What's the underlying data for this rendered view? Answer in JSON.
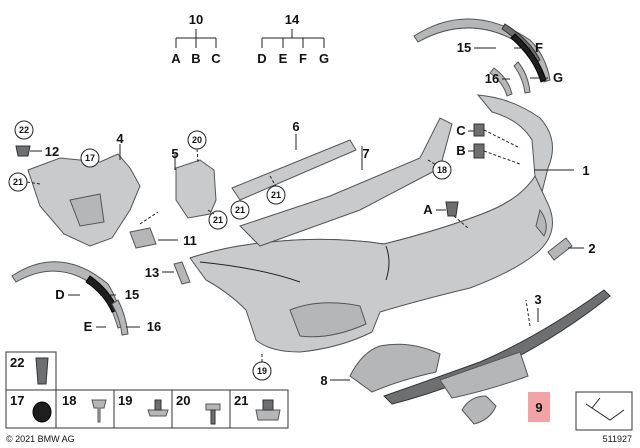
{
  "diagram": {
    "callouts": {
      "c1": "1",
      "c2": "2",
      "c3": "3",
      "c4": "4",
      "c5": "5",
      "c6": "6",
      "c7": "7",
      "c8": "8",
      "c9": "9",
      "c10": "10",
      "c11": "11",
      "c12": "12",
      "c13": "13",
      "c14": "14",
      "c15a": "15",
      "c15b": "15",
      "c16a": "16",
      "c16b": "16",
      "c17": "17",
      "c18": "18",
      "c19": "19",
      "c20": "20",
      "c21a": "21",
      "c21b": "21",
      "c21c": "21",
      "c21d": "21",
      "c22": "22"
    },
    "variant_letters": {
      "g10": [
        "A",
        "B",
        "C"
      ],
      "g14": [
        "D",
        "E",
        "F",
        "G"
      ],
      "a": "A",
      "b": "B",
      "c": "C",
      "d": "D",
      "e": "E",
      "f": "F",
      "g": "G"
    },
    "legend": {
      "cells": [
        "22",
        "17",
        "18",
        "19",
        "20",
        "21"
      ]
    },
    "highlight_color": "#f2a3a8",
    "footer": {
      "copyright": "© 2021 BMW AG",
      "image_number": "511927"
    }
  }
}
